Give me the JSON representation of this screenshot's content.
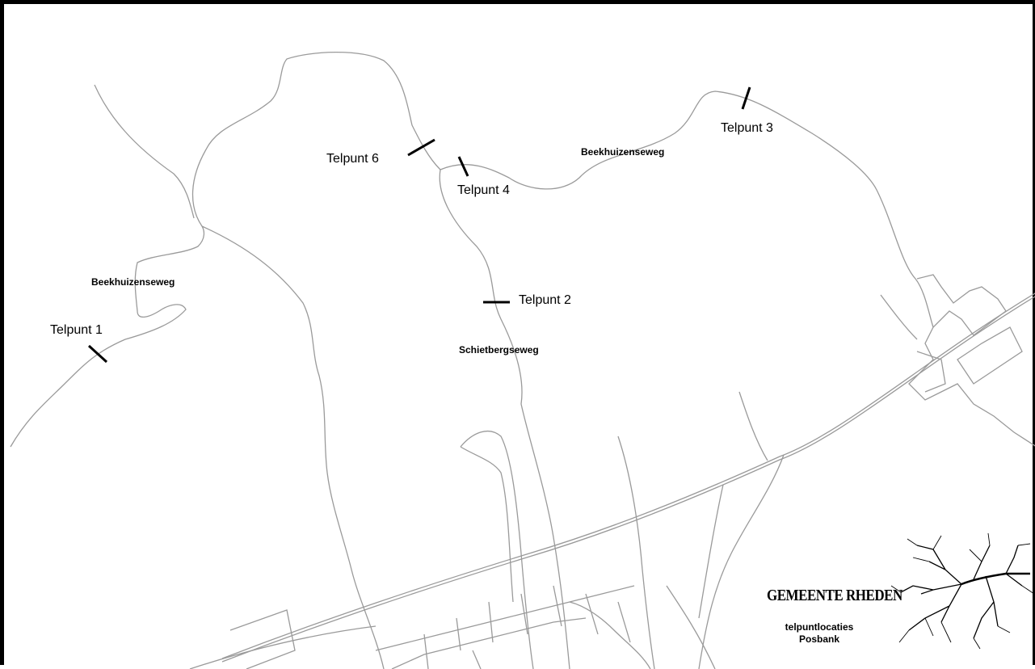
{
  "map": {
    "counting_points": [
      {
        "label": "Telpunt 1"
      },
      {
        "label": "Telpunt 2"
      },
      {
        "label": "Telpunt 3"
      },
      {
        "label": "Telpunt 4"
      },
      {
        "label": "Telpunt 6"
      }
    ],
    "streets": [
      {
        "label": "Beekhuizenseweg"
      },
      {
        "label": "Beekhuizenseweg"
      },
      {
        "label": "Schietbergseweg"
      }
    ],
    "legend": {
      "brand": "GEMEENTE RHEDEN",
      "caption_line1": "telpuntlocaties",
      "caption_line2": "Posbank",
      "logo": "tree-logo"
    },
    "colors": {
      "road": "#9a9a9a",
      "marker": "#000000",
      "frame": "#000000"
    }
  }
}
